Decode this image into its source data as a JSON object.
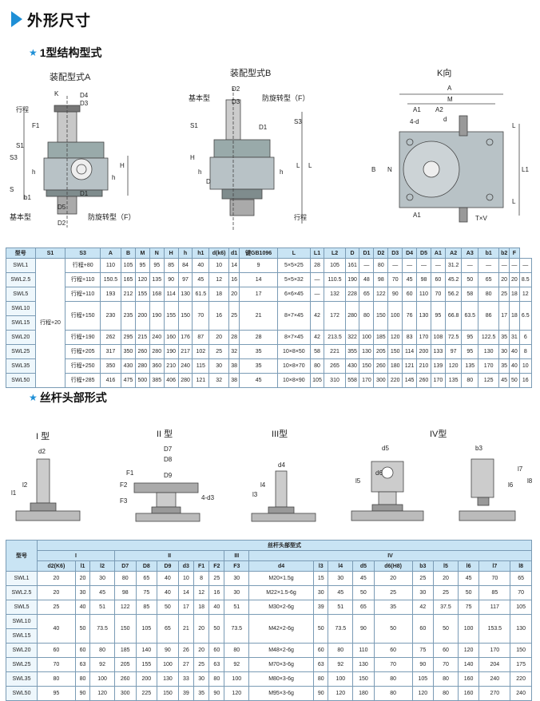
{
  "header": {
    "title": "外形尺寸"
  },
  "section1": {
    "title": "1型结构型式"
  },
  "diagrams1": {
    "a": {
      "caption": "装配型式A",
      "labels": [
        "K",
        "行程",
        "S1",
        "S3",
        "F1",
        "h",
        "H",
        "h",
        "S",
        "D4",
        "D3",
        "b1",
        "D1",
        "D5",
        "基本型",
        "防旋转型（F）",
        "D2"
      ]
    },
    "b": {
      "caption": "装配型式B",
      "labels": [
        "D2",
        "基本型",
        "D3",
        "防旋转型（F）",
        "S1",
        "D1",
        "S3",
        "H",
        "h",
        "h",
        "L",
        "L",
        "D",
        "行程"
      ]
    },
    "k": {
      "caption": "K向",
      "labels": [
        "A",
        "M",
        "A1",
        "A2",
        "4-d",
        "d",
        "L",
        "B",
        "N",
        "L1",
        "L",
        "A1",
        "T×V"
      ]
    }
  },
  "table1": {
    "headers": [
      "型号",
      "S1",
      "S3",
      "A",
      "B",
      "M",
      "N",
      "H",
      "h",
      "h1",
      "d(k6)",
      "d1",
      "键GB1096",
      "L",
      "L1",
      "L2",
      "D",
      "D1",
      "D2",
      "D3",
      "D4",
      "D5",
      "A1",
      "A2",
      "A3",
      "b1",
      "b2",
      "F"
    ],
    "rows": [
      [
        "SWL1",
        "行程+80",
        "110",
        "105",
        "95",
        "95",
        "85",
        "84",
        "40",
        "10",
        "14",
        "9",
        "5×5×25",
        "28",
        "105",
        "161",
        "—",
        "80",
        "—",
        "—",
        "—",
        "—",
        "31.2",
        "—",
        "—",
        "—",
        "—",
        "—"
      ],
      [
        "SWL2.5",
        "行程+110",
        "150.5",
        "165",
        "120",
        "135",
        "90",
        "97",
        "45",
        "12",
        "16",
        "14",
        "5×5×32",
        "—",
        "110.5",
        "190",
        "48",
        "98",
        "70",
        "45",
        "98",
        "60",
        "45.2",
        "50",
        "65",
        "20",
        "20",
        "8.5"
      ],
      [
        "SWL5",
        "行程+110",
        "193",
        "212",
        "155",
        "168",
        "114",
        "130",
        "61.5",
        "18",
        "20",
        "17",
        "6×6×45",
        "—",
        "132",
        "228",
        "65",
        "122",
        "90",
        "60",
        "110",
        "70",
        "56.2",
        "58",
        "80",
        "25",
        "18",
        "12"
      ],
      [
        "SWL10",
        "行程+150",
        "230",
        "235",
        "200",
        "190",
        "155",
        "150",
        "70",
        "16",
        "25",
        "21",
        "8×7×45",
        "42",
        "172",
        "280",
        "80",
        "150",
        "100",
        "76",
        "130",
        "95",
        "66.8",
        "63.5",
        "86",
        "17",
        "18",
        "6.5"
      ],
      [
        "SWL15",
        "",
        "",
        "",
        "",
        "",
        "",
        "",
        "",
        "",
        "",
        "",
        "",
        "",
        "",
        "",
        "",
        "",
        "",
        "",
        "",
        "",
        "",
        "",
        "",
        "",
        "",
        ""
      ],
      [
        "SWL20",
        "行程+190",
        "262",
        "295",
        "215",
        "240",
        "160",
        "176",
        "87",
        "20",
        "28",
        "28",
        "8×7×45",
        "42",
        "213.5",
        "322",
        "100",
        "185",
        "120",
        "83",
        "170",
        "108",
        "72.5",
        "95",
        "122.5",
        "35",
        "31",
        "6"
      ],
      [
        "SWL25",
        "行程+205",
        "317",
        "350",
        "260",
        "280",
        "190",
        "217",
        "102",
        "25",
        "32",
        "35",
        "10×8×50",
        "58",
        "221",
        "355",
        "130",
        "205",
        "150",
        "114",
        "200",
        "133",
        "97",
        "95",
        "130",
        "30",
        "40",
        "8"
      ],
      [
        "SWL35",
        "行程+250",
        "350",
        "430",
        "280",
        "360",
        "210",
        "240",
        "115",
        "30",
        "38",
        "35",
        "10×8×70",
        "80",
        "265",
        "430",
        "150",
        "260",
        "180",
        "121",
        "210",
        "139",
        "120",
        "135",
        "170",
        "35",
        "40",
        "10"
      ],
      [
        "SWL50",
        "行程+285",
        "416",
        "475",
        "500",
        "385",
        "406",
        "280",
        "121",
        "32",
        "38",
        "45",
        "10×8×90",
        "105",
        "310",
        "558",
        "170",
        "300",
        "220",
        "145",
        "260",
        "170",
        "135",
        "80",
        "125",
        "45",
        "50",
        "16"
      ]
    ],
    "s1_merged": "行程+20"
  },
  "section2": {
    "title": "丝杆头部形式"
  },
  "diagrams2": {
    "t1": {
      "caption": "I 型",
      "labels": [
        "l2",
        "l1",
        "d2"
      ]
    },
    "t2": {
      "caption": "II 型",
      "labels": [
        "D7",
        "D8",
        "D9",
        "F1",
        "F2",
        "F3",
        "4-d3"
      ]
    },
    "t3": {
      "caption": "III型",
      "labels": [
        "d4",
        "l3",
        "l4"
      ]
    },
    "t4": {
      "caption": "IV型",
      "labels": [
        "d5",
        "d6",
        "l5",
        "b3",
        "l7",
        "l8",
        "l6"
      ]
    }
  },
  "table2": {
    "title": "丝杆头部型式",
    "model_header": "型号",
    "groups": [
      "I",
      "II",
      "III",
      "IV"
    ],
    "headers": [
      "d2(K6)",
      "l1",
      "l2",
      "D7",
      "D8",
      "D9",
      "d3",
      "F1",
      "F2",
      "F3",
      "d4",
      "l3",
      "l4",
      "d5",
      "d6(H8)",
      "b3",
      "l5",
      "l6",
      "l7",
      "l8"
    ],
    "rows": [
      [
        "SWL1",
        "20",
        "20",
        "30",
        "80",
        "65",
        "40",
        "10",
        "8",
        "25",
        "30",
        "M20×1.5g",
        "15",
        "30",
        "45",
        "20",
        "25",
        "20",
        "45",
        "70",
        "65"
      ],
      [
        "SWL2.5",
        "20",
        "30",
        "45",
        "98",
        "75",
        "40",
        "14",
        "12",
        "16",
        "30",
        "M22×1.5-6g",
        "30",
        "45",
        "50",
        "25",
        "30",
        "25",
        "50",
        "85",
        "70"
      ],
      [
        "SWL5",
        "25",
        "40",
        "51",
        "122",
        "85",
        "50",
        "17",
        "18",
        "40",
        "51",
        "M30×2-6g",
        "39",
        "51",
        "65",
        "35",
        "42",
        "37.5",
        "75",
        "117",
        "105"
      ],
      [
        "SWL10",
        "40",
        "50",
        "73.5",
        "150",
        "105",
        "65",
        "21",
        "20",
        "50",
        "73.5",
        "M42×2-6g",
        "50",
        "73.5",
        "90",
        "50",
        "60",
        "50",
        "100",
        "153.5",
        "130"
      ],
      [
        "SWL15",
        "",
        "",
        "",
        "",
        "",
        "",
        "",
        "",
        "",
        "",
        "",
        "",
        "",
        "",
        "",
        "",
        "",
        "",
        "",
        ""
      ],
      [
        "SWL20",
        "60",
        "60",
        "80",
        "185",
        "140",
        "90",
        "26",
        "20",
        "60",
        "80",
        "M48×2-6g",
        "60",
        "80",
        "110",
        "60",
        "75",
        "60",
        "120",
        "170",
        "150"
      ],
      [
        "SWL25",
        "70",
        "63",
        "92",
        "205",
        "155",
        "100",
        "27",
        "25",
        "63",
        "92",
        "M70×3-6g",
        "63",
        "92",
        "130",
        "70",
        "90",
        "70",
        "140",
        "204",
        "175"
      ],
      [
        "SWL35",
        "80",
        "80",
        "100",
        "260",
        "200",
        "130",
        "33",
        "30",
        "80",
        "100",
        "M80×3-6g",
        "80",
        "100",
        "150",
        "80",
        "105",
        "80",
        "160",
        "240",
        "220"
      ],
      [
        "SWL50",
        "95",
        "90",
        "120",
        "300",
        "225",
        "150",
        "39",
        "35",
        "90",
        "120",
        "M95×3-6g",
        "90",
        "120",
        "180",
        "80",
        "120",
        "80",
        "160",
        "270",
        "240"
      ]
    ]
  }
}
